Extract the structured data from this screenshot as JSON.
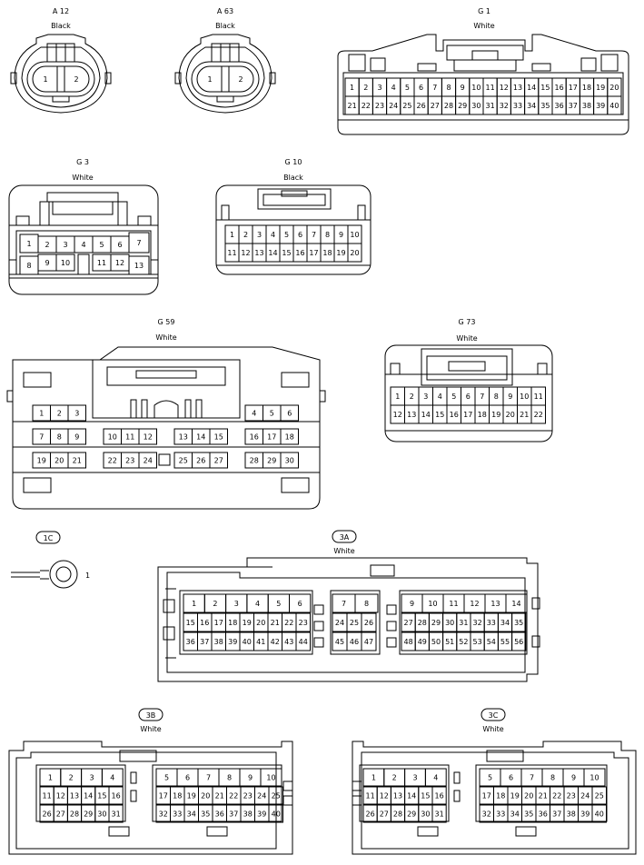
{
  "connectors": [
    {
      "id": "a12",
      "code": "A 12",
      "color": "Black",
      "pins": [
        "1",
        "2"
      ]
    },
    {
      "id": "a63",
      "code": "A 63",
      "color": "Black",
      "pins": [
        "1",
        "2"
      ]
    },
    {
      "id": "g1",
      "code": "G 1",
      "color": "White",
      "rows": [
        [
          "1",
          "2",
          "3",
          "4",
          "5",
          "6",
          "7",
          "8",
          "9",
          "10",
          "11",
          "12",
          "13",
          "14",
          "15",
          "16",
          "17",
          "18",
          "19",
          "20"
        ],
        [
          "21",
          "22",
          "23",
          "24",
          "25",
          "26",
          "27",
          "28",
          "29",
          "30",
          "31",
          "32",
          "33",
          "34",
          "35",
          "36",
          "37",
          "38",
          "39",
          "40"
        ]
      ]
    },
    {
      "id": "g3",
      "code": "G 3",
      "color": "White",
      "pins": [
        "1",
        "2",
        "3",
        "4",
        "5",
        "6",
        "7",
        "8",
        "9",
        "10",
        "11",
        "12",
        "13"
      ]
    },
    {
      "id": "g10",
      "code": "G 10",
      "color": "Black",
      "rows": [
        [
          "1",
          "2",
          "3",
          "4",
          "5",
          "6",
          "7",
          "8",
          "9",
          "10"
        ],
        [
          "11",
          "12",
          "13",
          "14",
          "15",
          "16",
          "17",
          "18",
          "19",
          "20"
        ]
      ]
    },
    {
      "id": "g59",
      "code": "G 59",
      "color": "White",
      "pins": [
        "1",
        "2",
        "3",
        "4",
        "5",
        "6",
        "7",
        "8",
        "9",
        "10",
        "11",
        "12",
        "13",
        "14",
        "15",
        "16",
        "17",
        "18",
        "19",
        "20",
        "21",
        "22",
        "23",
        "24",
        "25",
        "26",
        "27",
        "28",
        "29",
        "30"
      ]
    },
    {
      "id": "g73",
      "code": "G 73",
      "color": "White",
      "rows": [
        [
          "1",
          "2",
          "3",
          "4",
          "5",
          "6",
          "7",
          "8",
          "9",
          "10",
          "11"
        ],
        [
          "12",
          "13",
          "14",
          "15",
          "16",
          "17",
          "18",
          "19",
          "20",
          "21",
          "22"
        ]
      ]
    },
    {
      "id": "j1c",
      "code": "1C",
      "color": "",
      "pins": [
        "1"
      ]
    },
    {
      "id": "j3a",
      "code": "3A",
      "color": "White",
      "blocks": [
        [
          [
            "1",
            "2",
            "3",
            "4",
            "5",
            "6"
          ],
          [
            "15",
            "16",
            "17",
            "18",
            "19",
            "20",
            "21",
            "22",
            "23"
          ],
          [
            "36",
            "37",
            "38",
            "39",
            "40",
            "41",
            "42",
            "43",
            "44"
          ]
        ],
        [
          [
            "7",
            "8"
          ],
          [
            "24",
            "25",
            "26"
          ],
          [
            "45",
            "46",
            "47"
          ]
        ],
        [
          [
            "9",
            "10",
            "11",
            "12",
            "13",
            "14"
          ],
          [
            "27",
            "28",
            "29",
            "30",
            "31",
            "32",
            "33",
            "34",
            "35"
          ],
          [
            "48",
            "49",
            "50",
            "51",
            "52",
            "53",
            "54",
            "55",
            "56"
          ]
        ]
      ]
    },
    {
      "id": "j3b",
      "code": "3B",
      "color": "White",
      "blocks": [
        [
          [
            "1",
            "2",
            "3",
            "4"
          ],
          [
            "11",
            "12",
            "13",
            "14",
            "15",
            "16"
          ],
          [
            "26",
            "27",
            "28",
            "29",
            "30",
            "31"
          ]
        ],
        [
          [
            "5",
            "6",
            "7",
            "8",
            "9",
            "10"
          ],
          [
            "17",
            "18",
            "19",
            "20",
            "21",
            "22",
            "23",
            "24",
            "25"
          ],
          [
            "32",
            "33",
            "34",
            "35",
            "36",
            "37",
            "38",
            "39",
            "40"
          ]
        ]
      ]
    },
    {
      "id": "j3c",
      "code": "3C",
      "color": "White",
      "blocks": [
        [
          [
            "1",
            "2",
            "3",
            "4"
          ],
          [
            "11",
            "12",
            "13",
            "14",
            "15",
            "16"
          ],
          [
            "26",
            "27",
            "28",
            "29",
            "30",
            "31"
          ]
        ],
        [
          [
            "5",
            "6",
            "7",
            "8",
            "9",
            "10"
          ],
          [
            "17",
            "18",
            "19",
            "20",
            "21",
            "22",
            "23",
            "24",
            "25"
          ],
          [
            "32",
            "33",
            "34",
            "35",
            "36",
            "37",
            "38",
            "39",
            "40"
          ]
        ]
      ]
    }
  ]
}
